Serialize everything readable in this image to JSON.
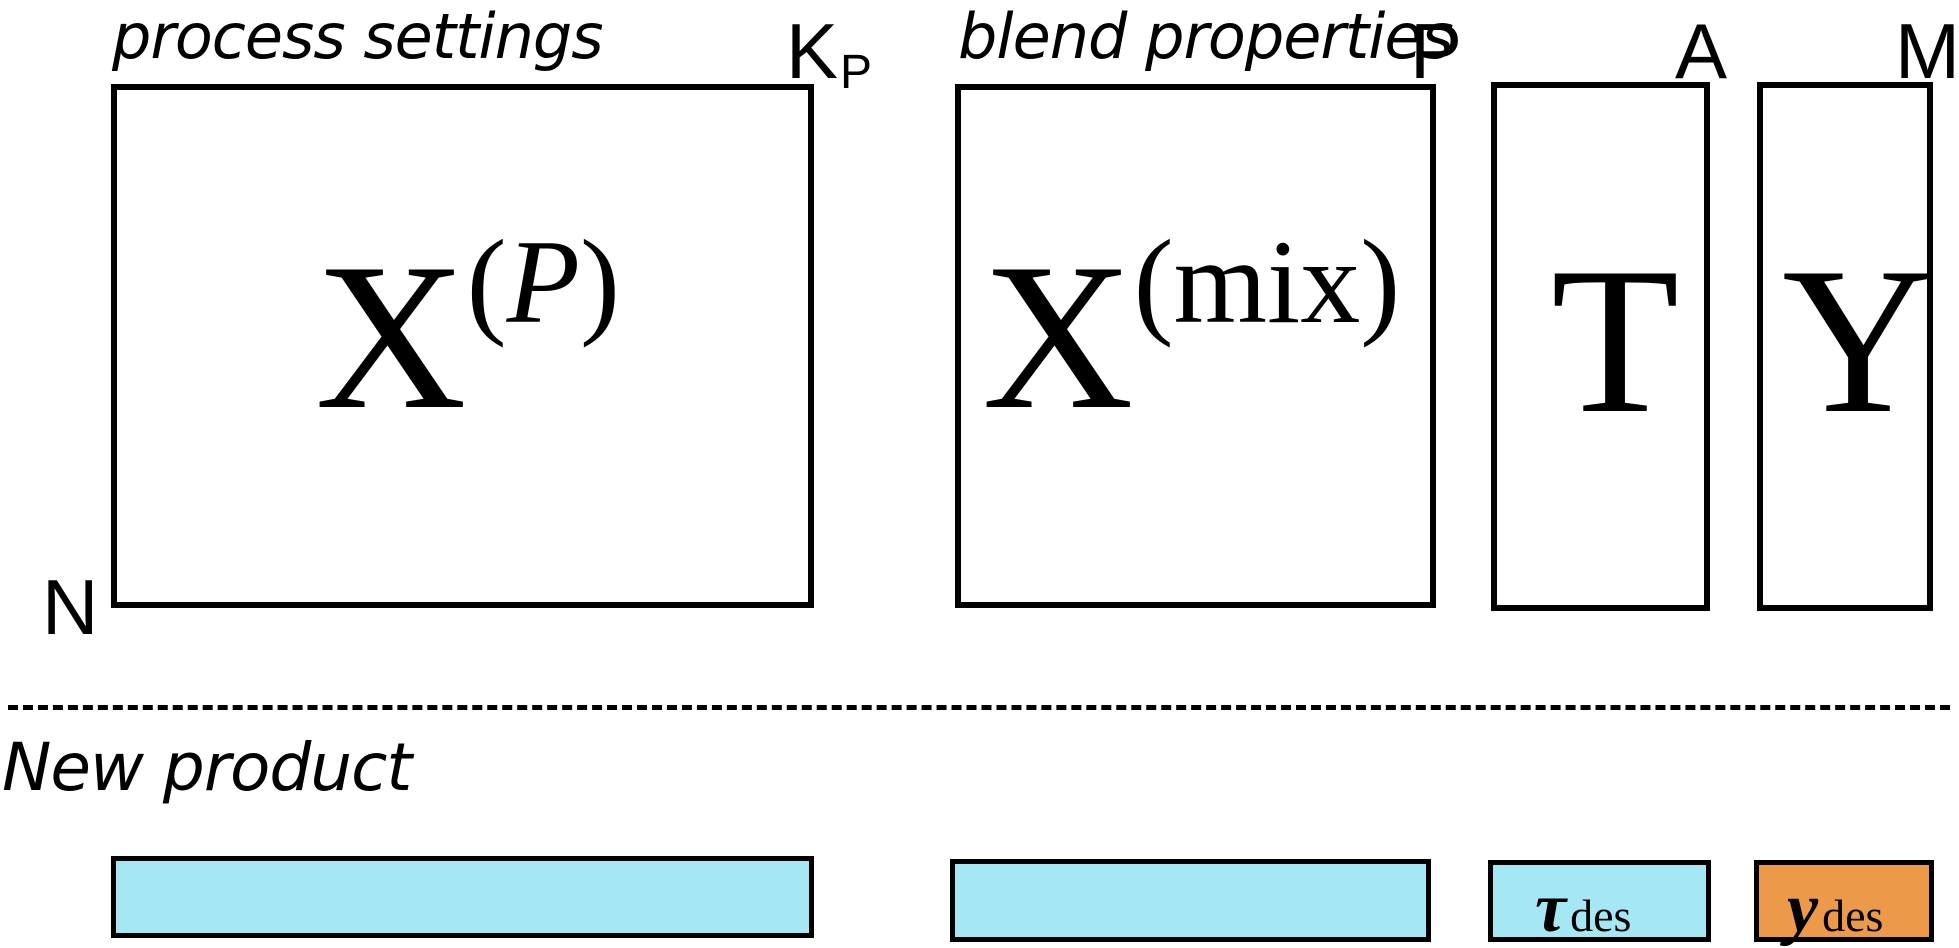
{
  "headers": {
    "process_settings": "process settings",
    "blend_properties": "blend properties",
    "new_product": "New product"
  },
  "dimensions": {
    "n": "N",
    "k_main": "K",
    "k_sub": "P",
    "p": "P",
    "a": "A",
    "m": "M"
  },
  "matrices": {
    "xp": {
      "base": "X",
      "sup_open": "(",
      "sup_var": "P",
      "sup_close": ")"
    },
    "xmix": {
      "base": "X",
      "sup": "(mix)"
    },
    "t": {
      "base": "T"
    },
    "y": {
      "base": "Y"
    }
  },
  "new_product": {
    "tau": {
      "main": "τ",
      "sub": "des"
    },
    "y": {
      "main": "y",
      "sub": "des"
    }
  },
  "colors": {
    "outline": "#000000",
    "cyan_fill": "#a5e8f3",
    "orange_fill": "#ec9a4a",
    "background": "#ffffff"
  }
}
